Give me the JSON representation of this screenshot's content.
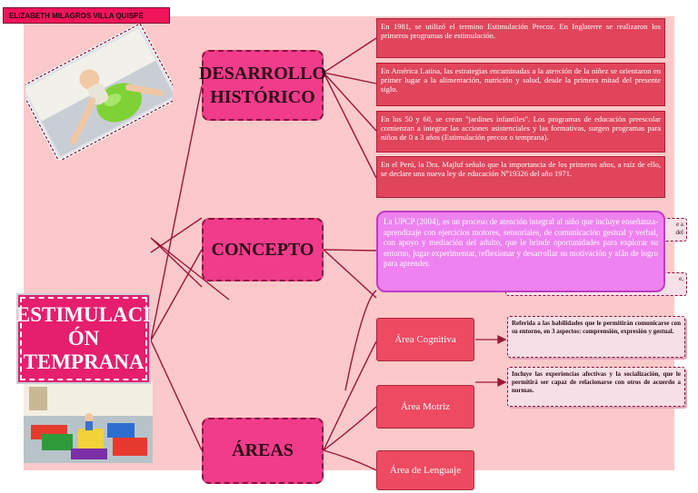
{
  "author": "ELIZABETH MILAGROS VILLA QUISPE",
  "main_title": "ESTIMULACIÓN TEMPRANA",
  "main_title_lines": [
    "ESTIMULACI",
    "ÓN",
    "TEMPRANA"
  ],
  "branches": {
    "historico": [
      "DESARROLLO",
      "HISTÓRICO"
    ],
    "concepto": "CONCEPTO",
    "areas": "ÁREAS"
  },
  "historico_items": [
    "En 1981, se utilizó el termino Estimulación Precoz. En Inglaterre se realizaron los primeros programas de estimulación.",
    "En América Latina, las estrategias encaminadas a la atención de la niñez se orientaron en primer lugar a la alimentación, nutrición y salud, desde la primera mitad del presente siglo.",
    "En los 50 y 60, se crean \"jardines infantiles\". Los programas de educación preescolar comienzan a integrar las acciones asistenciales y las formativas, surgen programas para niños de 0 a 3 años (Estimulación precoz o temprana).",
    "En el Perú, la Dra. Majluf señalo que la importancia de los primeros años, a raíz de ello, se declare una nueva ley de educación Nº19326 del año 1971."
  ],
  "concepto_text": "La UPCP (2004), es un proceso de atención integral al niño que incluye enseñanza-aprendizaje con ejercicios motores, sensoriales, de comunicación gestual y verbal, con apoyo y mediación del adulto, que le brinde oportunidades para explorar su entorno, jugar experimentar, reflexionar y desarrollar su motivación y afán de logro para aprender.",
  "hidden_box_fragments": [
    "e a",
    "del",
    "e,"
  ],
  "areas": [
    {
      "label": "Área Cognitiva",
      "description": "Referida a las habilidades que le permitirán comunicarse con su entorno, en 3 aspectos: comprensión, expresión y gestual."
    },
    {
      "label": "Área Motriz",
      "description": "Incluye las experiencias afectivas y la socialización, que le permitirá ser capaz de relacionarse con otros de acuerdo a normas."
    },
    {
      "label": "Área de Lenguaje",
      "description": ""
    }
  ],
  "colors": {
    "panel": "#fbc9c9",
    "main_node": "#e61e6e",
    "branch_node": "#f03c8a",
    "history_box": "#e0455c",
    "concept_box": "#ee82f0",
    "area_box": "#ee4a62",
    "connector": "#9c1638"
  },
  "icons": [
    "baby-on-ball-photo",
    "playroom-photo"
  ]
}
